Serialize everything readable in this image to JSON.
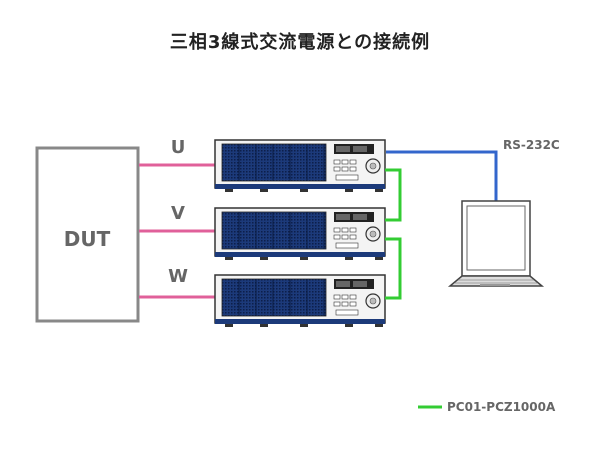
{
  "title": "三相3線式交流電源との接続例",
  "dut": {
    "label": "DUT"
  },
  "phases": [
    "U",
    "V",
    "W"
  ],
  "interface": {
    "label": "RS-232C"
  },
  "legend": {
    "label": "PC01-PCZ1000A",
    "color": "#33cc33"
  },
  "colors": {
    "phase_wire": "#e0609a",
    "rs232c_wire": "#3366cc",
    "link_wire": "#33cc33",
    "frame": "#888888"
  },
  "icons": [
    "power-supply-unit-icon",
    "laptop-icon"
  ]
}
